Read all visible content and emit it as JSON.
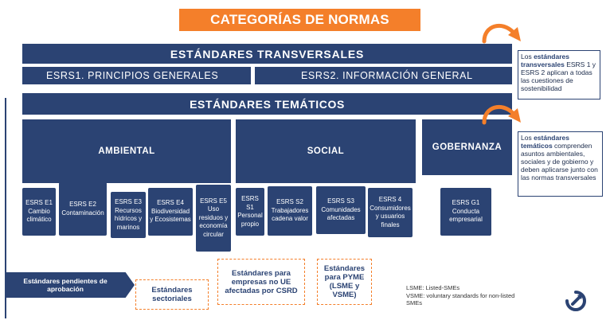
{
  "title": "CATEGORÍAS DE NORMAS",
  "transversal": {
    "band_label": "ESTÁNDARES TRANSVERSALES",
    "esrs1": "ESRS1. PRINCIPIOS GENERALES",
    "esrs2": "ESRS2. INFORMACIÓN GENERAL"
  },
  "tematicos": {
    "band_label": "ESTÁNDARES TEMÁTICOS"
  },
  "categories": {
    "ambiental": "AMBIENTAL",
    "social": "SOCIAL",
    "gobernanza": "GOBERNANZA"
  },
  "standards": [
    {
      "code": "ESRS E1",
      "name": "Cambio climático"
    },
    {
      "code": "ESRS E2",
      "name": "Contaminación"
    },
    {
      "code": "ESRS E3",
      "name": "Recursos hídricos y marinos"
    },
    {
      "code": "ESRS E4",
      "name": "Biodiversidad y Ecosistemas"
    },
    {
      "code": "ESRS E5",
      "name": "Uso residuos y economía circular"
    },
    {
      "code": "ESRS S1",
      "name": "Personal propio"
    },
    {
      "code": "ESRS S2",
      "name": "Trabajadores cadena valor"
    },
    {
      "code": "ESRS S3",
      "name": "Comunidades afectadas"
    },
    {
      "code": "ESRS 4",
      "name": "Consumidores y usuarios finales"
    },
    {
      "code": "ESRS G1",
      "name": "Conducta empresarial"
    }
  ],
  "callouts": {
    "transversal": {
      "prefix": "Los ",
      "bold": "estándares transversales",
      "rest": " ESRS 1 y ESRS 2 aplican a todas las cuestiones de sostenibilidad"
    },
    "tematicos": {
      "prefix": "Los ",
      "bold": "estándares temáticos",
      "rest": " comprenden asuntos ambientales, sociales y de gobierno y deben aplicarse junto con las normas transversales"
    }
  },
  "pending": {
    "label": "Estándares pendientes de aprobación",
    "boxes": [
      "Estándares sectoriales",
      "Estándares para empresas no UE afectadas por CSRD",
      "Estándares para PYME (LSME y VSME)"
    ]
  },
  "legend": {
    "lsme": "LSME: Listed-SMEs",
    "vsme": "VSME: voluntary standards for non-listed SMEs"
  },
  "colors": {
    "navy": "#2b4373",
    "orange": "#f47f2a",
    "logo": "#2b4373"
  },
  "icons": [
    "curved-arrow-icon",
    "logo-icon"
  ]
}
